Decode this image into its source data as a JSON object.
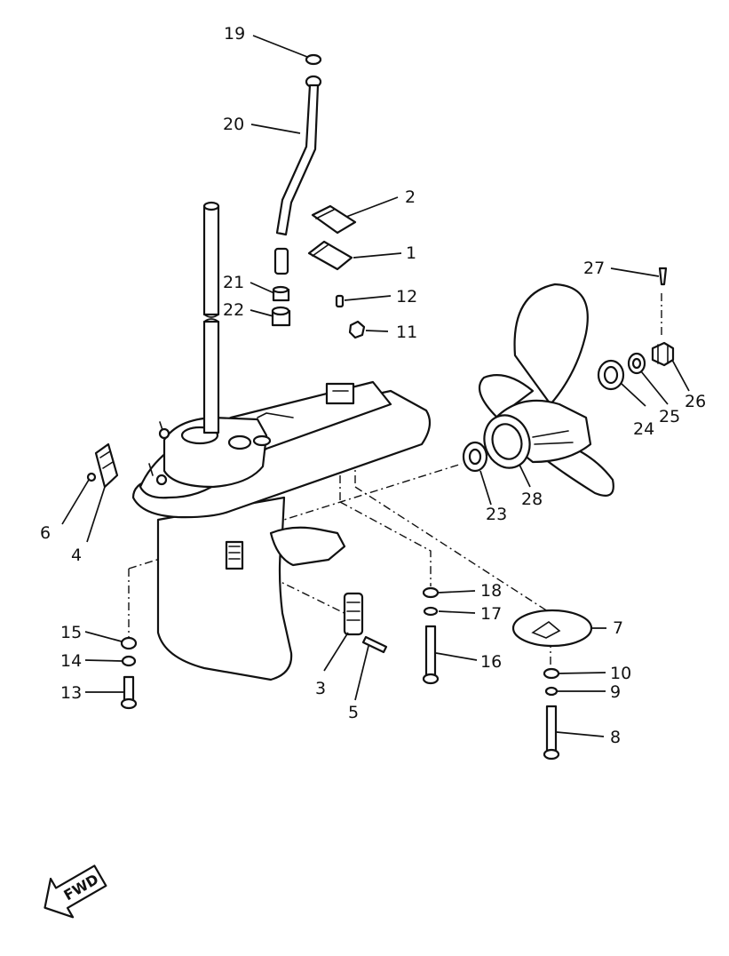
{
  "labels": [
    {
      "id": "19",
      "text": "19"
    },
    {
      "id": "20",
      "text": "20"
    },
    {
      "id": "2",
      "text": "2"
    },
    {
      "id": "1",
      "text": "1"
    },
    {
      "id": "21",
      "text": "21"
    },
    {
      "id": "22",
      "text": "22"
    },
    {
      "id": "12",
      "text": "12"
    },
    {
      "id": "11",
      "text": "11"
    },
    {
      "id": "27",
      "text": "27"
    },
    {
      "id": "24",
      "text": "24"
    },
    {
      "id": "25",
      "text": "25"
    },
    {
      "id": "26",
      "text": "26"
    },
    {
      "id": "28",
      "text": "28"
    },
    {
      "id": "23",
      "text": "23"
    },
    {
      "id": "6",
      "text": "6"
    },
    {
      "id": "4",
      "text": "4"
    },
    {
      "id": "18",
      "text": "18"
    },
    {
      "id": "17",
      "text": "17"
    },
    {
      "id": "7",
      "text": "7"
    },
    {
      "id": "16",
      "text": "16"
    },
    {
      "id": "10",
      "text": "10"
    },
    {
      "id": "9",
      "text": "9"
    },
    {
      "id": "8",
      "text": "8"
    },
    {
      "id": "15",
      "text": "15"
    },
    {
      "id": "14",
      "text": "14"
    },
    {
      "id": "13",
      "text": "13"
    },
    {
      "id": "3",
      "text": "3"
    },
    {
      "id": "5",
      "text": "5"
    }
  ],
  "fwd_label": "FWD"
}
